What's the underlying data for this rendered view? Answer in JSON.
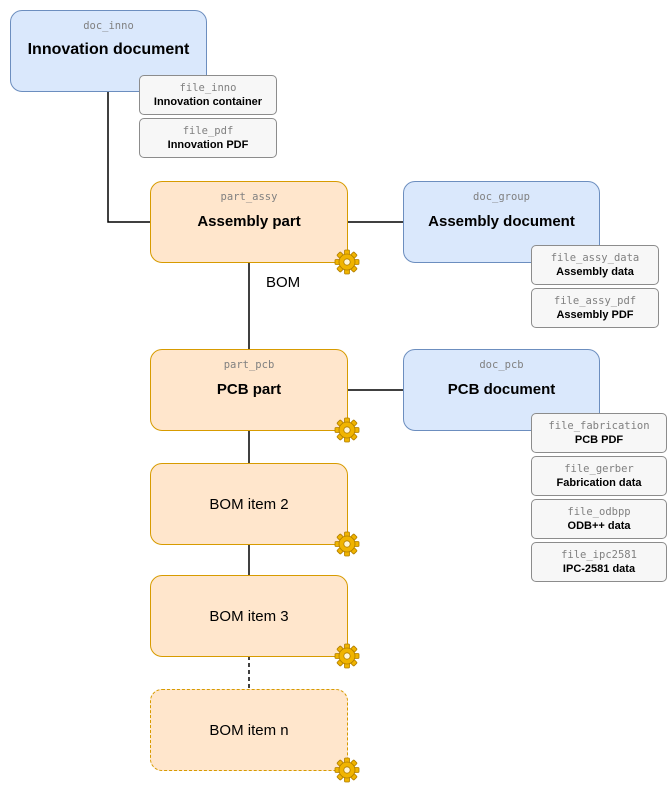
{
  "documents": {
    "innovation": {
      "id": "doc_inno",
      "title": "Innovation document"
    },
    "assembly": {
      "id": "doc_group",
      "title": "Assembly document"
    },
    "pcb": {
      "id": "doc_pcb",
      "title": "PCB document"
    }
  },
  "parts": {
    "assembly": {
      "id": "part_assy",
      "title": "Assembly part"
    },
    "pcb": {
      "id": "part_pcb",
      "title": "PCB part"
    },
    "bom2": {
      "title": "BOM item 2"
    },
    "bom3": {
      "title": "BOM item 3"
    },
    "bomn": {
      "title": "BOM item n"
    }
  },
  "files": {
    "inno_container": {
      "id": "file_inno",
      "label": "Innovation container"
    },
    "inno_pdf": {
      "id": "file_pdf",
      "label": "Innovation PDF"
    },
    "assy_data": {
      "id": "file_assy_data",
      "label": "Assembly data"
    },
    "assy_pdf": {
      "id": "file_assy_pdf",
      "label": "Assembly PDF"
    },
    "pcb_pdf": {
      "id": "file_fabrication",
      "label": "PCB PDF"
    },
    "gerber": {
      "id": "file_gerber",
      "label": "Fabrication data"
    },
    "odbpp": {
      "id": "file_odbpp",
      "label": "ODB++ data"
    },
    "ipc2581": {
      "id": "file_ipc2581",
      "label": "IPC-2581 data"
    }
  },
  "edge_labels": {
    "bom": "BOM"
  },
  "colors": {
    "document_fill": "#dae8fc",
    "document_border": "#6c8ebf",
    "part_fill": "#ffe6cc",
    "part_border": "#d79b00",
    "file_fill": "#f7f7f7",
    "file_border": "#8c8c8c",
    "gear": "#f0b400"
  },
  "icons": {
    "part_badge": "gear-icon"
  }
}
